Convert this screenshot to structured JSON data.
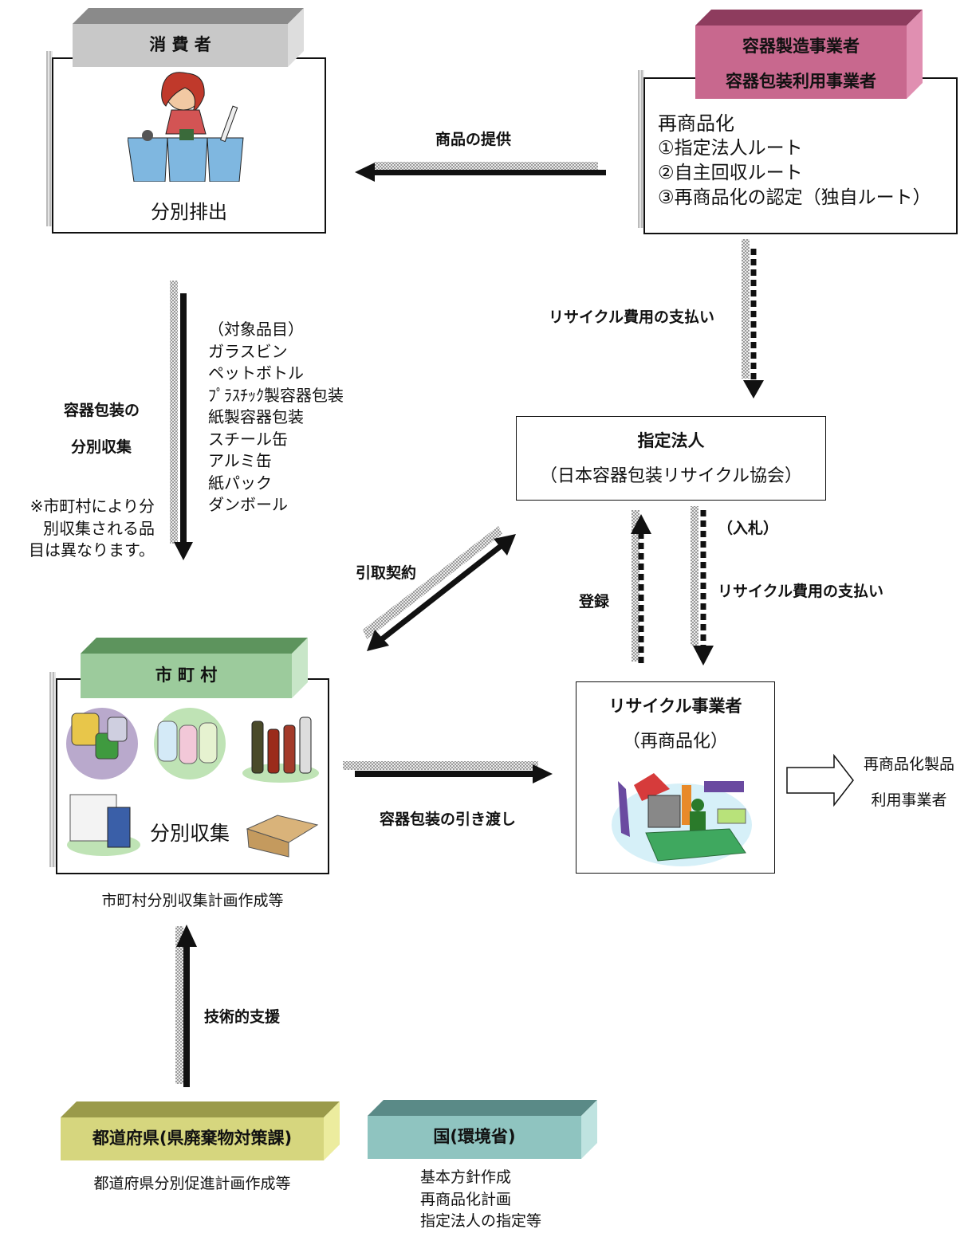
{
  "consumer": {
    "title": "消 費 者",
    "caption": "分別排出"
  },
  "manufacturer": {
    "title_line1": "容器製造事業者",
    "title_line2": "容器包装利用事業者",
    "routes": [
      "再商品化",
      "①指定法人ルート",
      "②自主回収ルート",
      "③再商品化の認定（独自ルート）"
    ]
  },
  "designated_corp": {
    "title": "指定法人",
    "subtitle": "（日本容器包装リサイクル協会）"
  },
  "municipality": {
    "title": "市 町 村",
    "caption": "分別収集",
    "note": "市町村分別収集計画作成等"
  },
  "recycler": {
    "title": "リサイクル事業者",
    "subtitle": "（再商品化）"
  },
  "product_users": {
    "line1": "再商品化製品",
    "line2": "利用事業者"
  },
  "prefecture": {
    "title": "都道府県(県廃棄物対策課)",
    "note": "都道府県分別促進計画作成等"
  },
  "nation": {
    "title": "国(環境省)",
    "notes": [
      "基本方針作成",
      "再商品化計画",
      "指定法人の指定等"
    ]
  },
  "flows": {
    "product_supply": "商品の提供",
    "recycle_fee_1": "リサイクル費用の支払い",
    "separate_collection_1": "容器包装の",
    "separate_collection_2": "分別収集",
    "collection_note": [
      "※市町村により分",
      "別収集される品",
      "目は異なります。"
    ],
    "target_items": [
      "（対象品目）",
      "ガラスビン",
      "ペットボトル",
      "ﾌﾟﾗｽﾁｯｸ製容器包装",
      "紙製容器包装",
      "スチール缶",
      "アルミ缶",
      "紙パック",
      "ダンボール"
    ],
    "pickup_contract": "引取契約",
    "bidding": "（入札）",
    "registration": "登録",
    "recycle_fee_2": "リサイクル費用の支払い",
    "handover": "容器包装の引き渡し",
    "tech_support": "技術的支援"
  },
  "colors": {
    "consumer_banner": "#c8c8c8",
    "manufacturer_banner": "#c8688e",
    "municipality_banner": "#9ccb9c",
    "prefecture_banner": "#d6d67e",
    "nation_banner": "#8fc4c0"
  }
}
